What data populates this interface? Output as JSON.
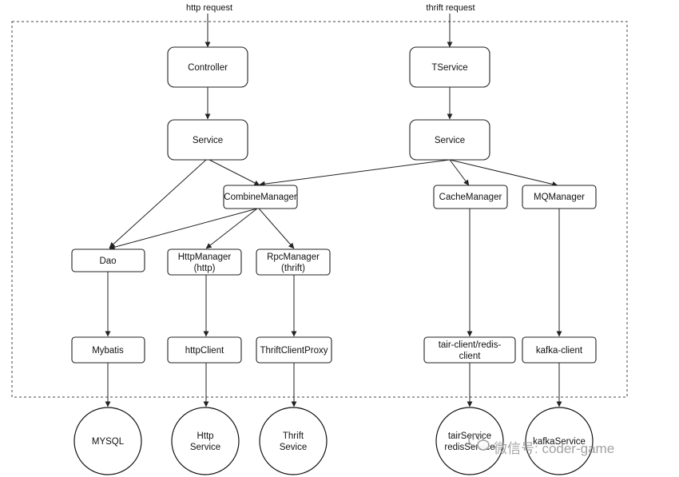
{
  "inputs": {
    "http_request": "http request",
    "thrift_request": "thrift request"
  },
  "nodes": {
    "controller": "Controller",
    "tservice": "TService",
    "service_left": "Service",
    "service_right": "Service",
    "combine_manager": "CombineManager",
    "cache_manager": "CacheManager",
    "mq_manager": "MQManager",
    "dao": "Dao",
    "http_manager": [
      "HttpManager",
      "(http)"
    ],
    "rpc_manager": [
      "RpcManager",
      "(thrift)"
    ],
    "mybatis": "Mybatis",
    "http_client": "httpClient",
    "thrift_client_proxy": "ThriftClientProxy",
    "tair_client": [
      "tair-client/redis-",
      "client"
    ],
    "kafka_client": "kafka-client"
  },
  "external": {
    "mysql": [
      "MYSQL"
    ],
    "http_service": [
      "Http",
      "Service"
    ],
    "thrift_service": [
      "Thrift",
      "Sevice"
    ],
    "tair_service": [
      "tairService",
      "redisService"
    ],
    "kafka_service": [
      "kafkaService"
    ]
  },
  "watermark": {
    "text": "微信号: coder-game",
    "icon": "wechat-icon"
  }
}
